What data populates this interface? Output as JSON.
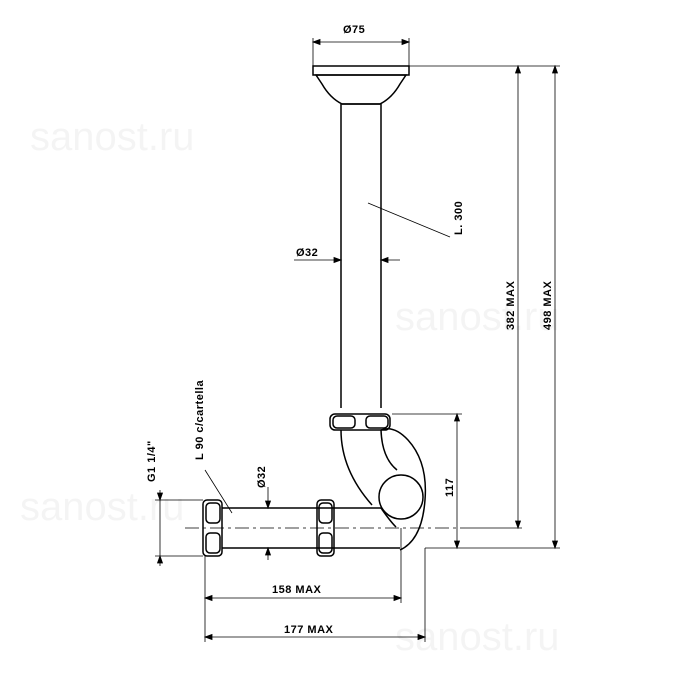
{
  "watermark": "sanost.ru",
  "dimensions": {
    "top_diameter": "Ø75",
    "tube_diameter": "Ø32",
    "tube_length": "L. 300",
    "height_382": "382 MAX",
    "height_498": "498 MAX",
    "thread": "G1 1/4\"",
    "side_length": "L 90 c/cartella",
    "side_diameter": "Ø32",
    "height_117": "117",
    "width_158": "158 MAX",
    "width_177": "177 MAX"
  },
  "colors": {
    "line": "#000000",
    "center_line": "#000000"
  }
}
